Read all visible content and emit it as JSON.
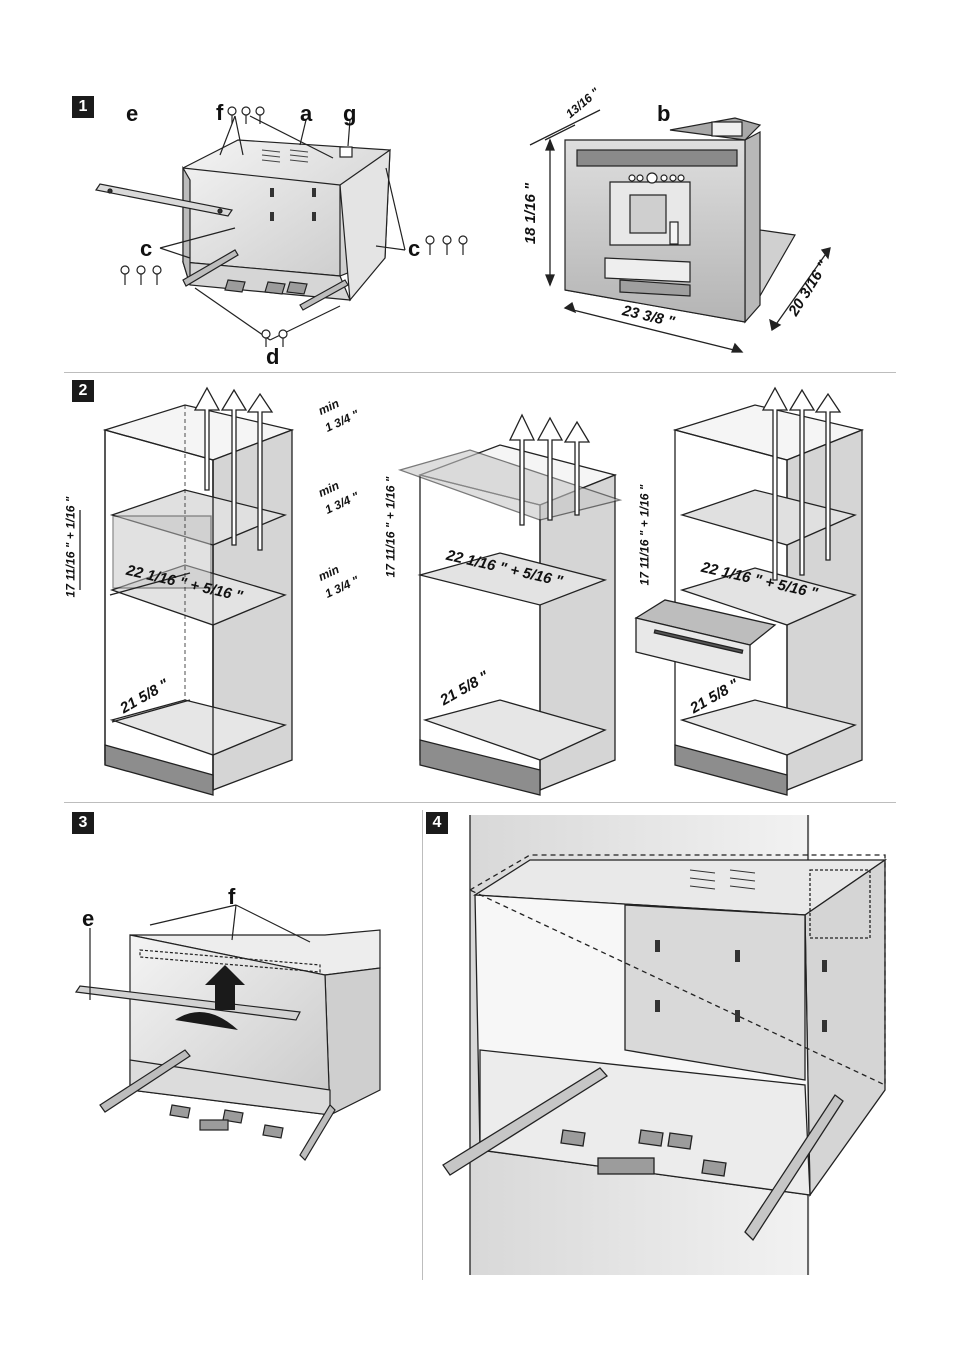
{
  "panels": [
    {
      "number": "1"
    },
    {
      "number": "2"
    },
    {
      "number": "3"
    },
    {
      "number": "4"
    }
  ],
  "panel1": {
    "labels": {
      "e": "e",
      "f": "f",
      "a": "a",
      "g": "g",
      "c_left": "c",
      "c_right": "c",
      "d": "d",
      "b": "b"
    },
    "dims": {
      "top_depth": "13/16 \"",
      "height": "18 1/16 \"",
      "width": "23 3/8 \"",
      "depth": "20 3/16 \""
    }
  },
  "panel2": {
    "cab1": {
      "min1": "min",
      "gap1": "1 3/4 \"",
      "min2": "min",
      "gap2": "1 3/4 \"",
      "min3": "min",
      "gap3": "1 3/4 \"",
      "height": "17 11/16 \" + 1/16 \"",
      "width": "22 1/16 \" + 5/16 \"",
      "depth": "21 5/8 \""
    },
    "cab2": {
      "height": "17 11/16 \" + 1/16 \"",
      "width": "22 1/16 \" + 5/16 \"",
      "depth": "21 5/8 \""
    },
    "cab3": {
      "height": "17 11/16 \" + 1/16 \"",
      "width": "22 1/16 \" + 5/16 \"",
      "depth": "21 5/8 \""
    }
  },
  "panel3": {
    "labels": {
      "e": "e",
      "f": "f"
    }
  },
  "colors": {
    "line": "#222222",
    "fill_light": "#e9e9e9",
    "fill_mid": "#cfcfcf",
    "fill_dark": "#9a9a9a",
    "separator": "#bdbdbd"
  }
}
